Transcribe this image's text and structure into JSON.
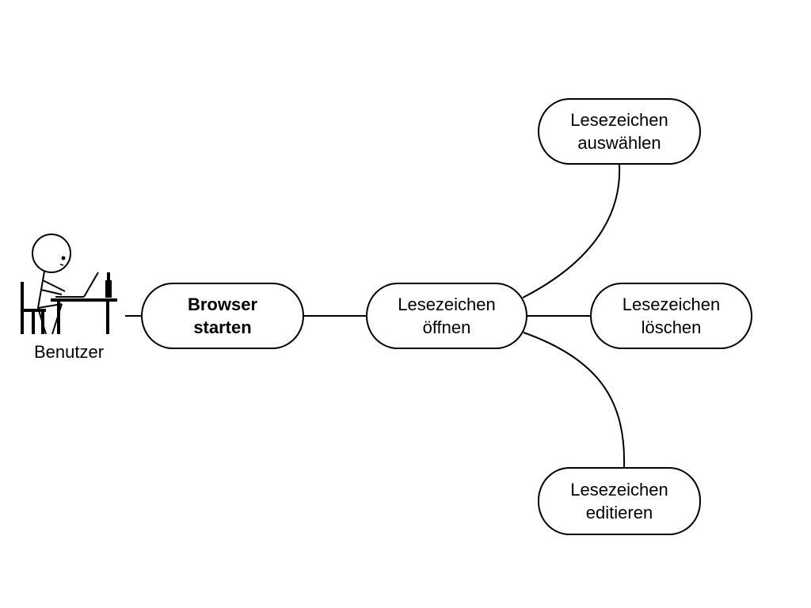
{
  "actor": {
    "label": "Benutzer"
  },
  "nodes": {
    "browser_starten": {
      "line1": "Browser",
      "line2": "starten"
    },
    "lesezeichen_oeffnen": {
      "line1": "Lesezeichen",
      "line2": "öffnen"
    },
    "lesezeichen_auswaehlen": {
      "line1": "Lesezeichen",
      "line2": "auswählen"
    },
    "lesezeichen_loeschen": {
      "line1": "Lesezeichen",
      "line2": "löschen"
    },
    "lesezeichen_editieren": {
      "line1": "Lesezeichen",
      "line2": "editieren"
    }
  },
  "colors": {
    "stroke": "#000000",
    "background": "#ffffff"
  }
}
